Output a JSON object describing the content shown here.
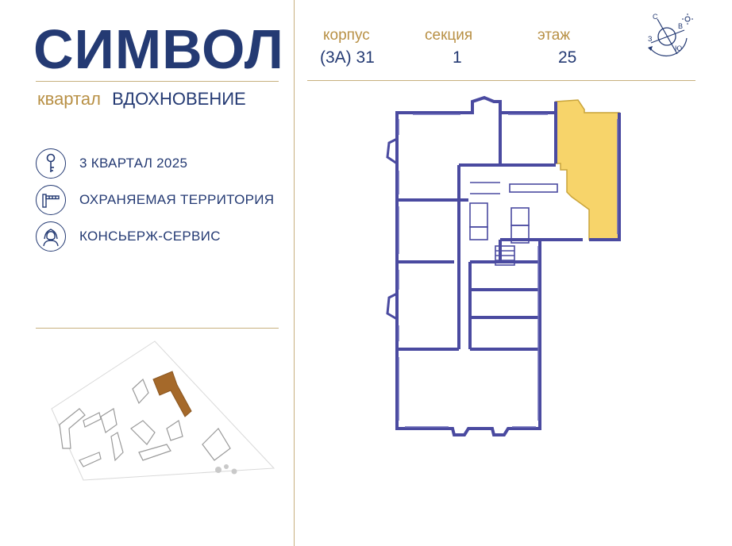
{
  "brand": {
    "title": "СИМВОЛ",
    "district_label": "квартал",
    "district_name": "ВДОХНОВЕНИЕ"
  },
  "features": [
    {
      "icon": "key-icon",
      "text": "3 КВАРТАЛ 2025"
    },
    {
      "icon": "barrier-icon",
      "text": "ОХРАНЯЕМАЯ ТЕРРИТОРИЯ"
    },
    {
      "icon": "concierge-icon",
      "text": "КОНСЬЕРЖ-СЕРВИС"
    }
  ],
  "header": {
    "building_label": "корпус",
    "building_value": "(3А) 31",
    "section_label": "секция",
    "section_value": "1",
    "floor_label": "этаж",
    "floor_value": "25"
  },
  "compass": {
    "north": "С",
    "east": "В",
    "south": "Ю",
    "west": "З"
  },
  "colors": {
    "brand": "#243a73",
    "gold": "#c7b07e",
    "highlight": "#f7d46a",
    "wall": "#4a4aa0"
  }
}
